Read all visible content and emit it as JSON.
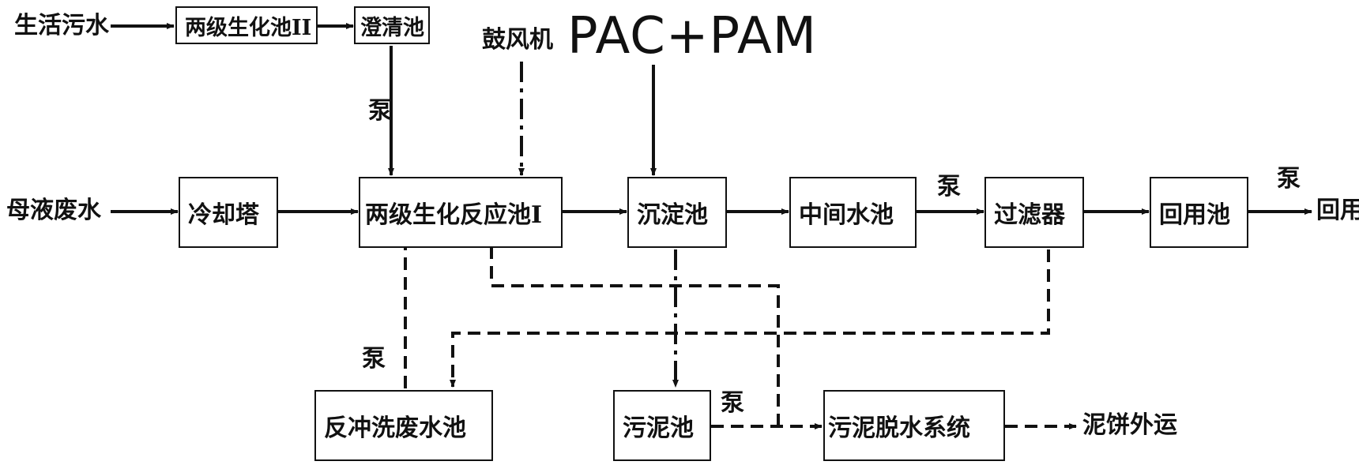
{
  "inputs": {
    "domestic_sewage": "生活污水",
    "mother_liquor_wastewater": "母液废水",
    "blower": "鼓风机",
    "chemicals": "PAC+PAM"
  },
  "boxes": {
    "biochem_tank_2": "两级生化池ⅠⅠ",
    "clarifier": "澄清池",
    "cooling_tower": "冷却塔",
    "biochem_reactor_1": "两级生化反应池Ⅰ",
    "sedimentation_tank": "沉淀池",
    "intermediate_tank": "中间水池",
    "filter": "过滤器",
    "reuse_tank": "回用池",
    "backwash_tank": "反冲洗废水池",
    "sludge_tank": "污泥池",
    "sludge_dewatering": "污泥脱水系统"
  },
  "outputs": {
    "reuse": "回用",
    "sludge_cake": "泥饼外运"
  },
  "pump_labels": {
    "pump_clarifier": "泵",
    "pump_intermediate": "泵",
    "pump_reuse": "泵",
    "pump_backwash": "泵",
    "pump_sludge": "泵"
  },
  "colors": {
    "line": "#111111",
    "background": "#ffffff"
  }
}
